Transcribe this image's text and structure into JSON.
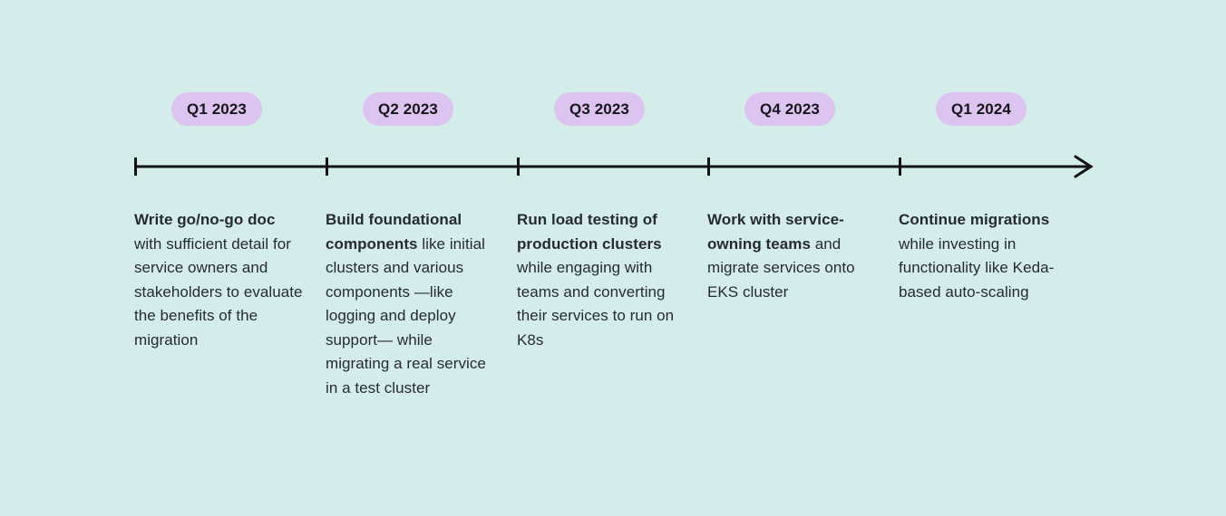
{
  "colors": {
    "background": "#d4ecea",
    "pill_background": "#dcc3f0",
    "pill_text": "#15161a",
    "body_text": "#262b33",
    "axis_line": "#121316"
  },
  "timeline": {
    "quarters": [
      {
        "label": "Q1 2023",
        "bold": "Write go/no-go doc",
        "text": " with sufficient detail for service owners and stakeholders to evaluate the benefits of the migration"
      },
      {
        "label": "Q2 2023",
        "bold": "Build foundational components",
        "text": " like initial clusters and various components —like logging and deploy support— while migrating a real service in a test cluster"
      },
      {
        "label": "Q3 2023",
        "bold": "Run load testing of production clusters",
        "text": " while engaging with teams and converting their services to run on K8s"
      },
      {
        "label": "Q4 2023",
        "bold": "Work with service-owning teams",
        "text": " and migrate services onto EKS cluster"
      },
      {
        "label": "Q1 2024",
        "bold": "Continue migrations",
        "text": " while investing in functionality like Keda-based auto-scaling"
      }
    ]
  }
}
